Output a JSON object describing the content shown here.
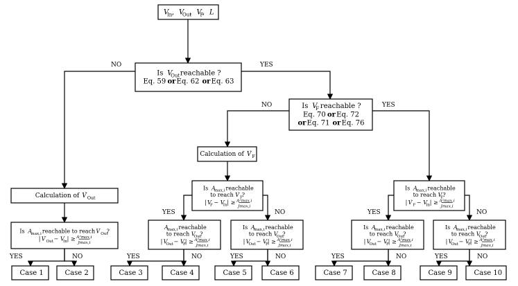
{
  "diagram": {
    "nodes": [
      {
        "id": "inputs",
        "lines": [
          [
            {
              "t": "V",
              "i": 1
            },
            {
              "t": "In",
              "sub": 1
            },
            {
              "t": ", "
            },
            {
              "t": "V",
              "i": 1
            },
            {
              "t": "Out",
              "sub": 1
            },
            {
              "t": ", "
            },
            {
              "t": "V",
              "i": 1
            },
            {
              "t": "F",
              "sub": 1
            },
            {
              "t": ", "
            },
            {
              "t": "L",
              "i": 1
            }
          ]
        ]
      },
      {
        "id": "q-vout-reachable",
        "lines": [
          [
            {
              "t": "Is "
            },
            {
              "t": "V",
              "i": 1
            },
            {
              "t": "Out",
              "sub": 1
            },
            {
              "t": " reachable ?"
            }
          ],
          [
            {
              "t": "Eq. 59 "
            },
            {
              "t": "or",
              "b": 1
            },
            {
              "t": " Eq. 62 "
            },
            {
              "t": "or",
              "b": 1
            },
            {
              "t": " Eq. 63"
            }
          ]
        ]
      },
      {
        "id": "q-vf-reachable",
        "lines": [
          [
            {
              "t": "Is "
            },
            {
              "t": "V",
              "i": 1
            },
            {
              "t": "F",
              "sub": 1
            },
            {
              "t": " reachable ?"
            }
          ],
          [
            {
              "t": "Eq. 70 "
            },
            {
              "t": "or",
              "b": 1
            },
            {
              "t": " Eq. 72"
            }
          ],
          [
            {
              "t": "or",
              "b": 1
            },
            {
              "t": " Eq. 71 "
            },
            {
              "t": "or",
              "b": 1
            },
            {
              "t": " Eq. 76"
            }
          ]
        ]
      },
      {
        "id": "calc-vf",
        "lines": [
          [
            {
              "t": "Calculation of "
            },
            {
              "t": "V",
              "i": 1
            },
            {
              "t": "′",
              "sup": 1
            },
            {
              "t": "F",
              "sub": 1
            }
          ]
        ]
      },
      {
        "id": "calc-vout",
        "lines": [
          [
            {
              "t": "Calculation of "
            },
            {
              "t": "V",
              "i": 1
            },
            {
              "t": "′",
              "sup": 1
            },
            {
              "t": "Out",
              "sub": 1
            }
          ]
        ]
      },
      {
        "id": "q-amax-mid",
        "lines": [
          [
            {
              "t": "Is "
            },
            {
              "t": "A",
              "i": 1
            },
            {
              "t": "max,i",
              "sub": 1
            },
            {
              "t": " reachable"
            }
          ],
          [
            {
              "t": "to reach "
            },
            {
              "t": "V",
              "i": 1
            },
            {
              "t": "′",
              "sup": 1
            },
            {
              "t": "F",
              "sub": 1
            },
            {
              "t": "?"
            }
          ],
          [
            {
              "t": "|"
            },
            {
              "t": "V",
              "i": 1
            },
            {
              "t": "F",
              "sub": 1
            },
            {
              "t": " − "
            },
            {
              "t": "V",
              "i": 1
            },
            {
              "t": "In",
              "sub": 1
            },
            {
              "t": "| ≥ "
            },
            {
              "frac": 1,
              "num": "A²max,i",
              "den": "Jmax,i"
            }
          ]
        ]
      },
      {
        "id": "q-amax-right",
        "lines": [
          [
            {
              "t": "Is "
            },
            {
              "t": "A",
              "i": 1
            },
            {
              "t": "max,i",
              "sub": 1
            },
            {
              "t": " reachable"
            }
          ],
          [
            {
              "t": "to reach "
            },
            {
              "t": "V",
              "i": 1
            },
            {
              "t": "F",
              "sub": 1
            },
            {
              "t": "?"
            }
          ],
          [
            {
              "t": "|"
            },
            {
              "t": "V",
              "i": 1
            },
            {
              "t": "′",
              "sup": 1
            },
            {
              "t": "F",
              "sub": 1
            },
            {
              "t": " − "
            },
            {
              "t": "V",
              "i": 1
            },
            {
              "t": "In",
              "sub": 1
            },
            {
              "t": "| ≥ "
            },
            {
              "frac": 1,
              "num": "A²max,i",
              "den": "Jmax,i"
            }
          ]
        ]
      },
      {
        "id": "q-amax-left",
        "lines": [
          [
            {
              "t": "Is "
            },
            {
              "t": "A",
              "i": 1
            },
            {
              "t": "max,i",
              "sub": 1
            },
            {
              "t": " reachable to reach "
            },
            {
              "t": "V",
              "i": 1
            },
            {
              "t": "′",
              "sup": 1
            },
            {
              "t": "Out",
              "sub": 1
            },
            {
              "t": "?"
            }
          ],
          [
            {
              "t": "|"
            },
            {
              "t": "V",
              "i": 1
            },
            {
              "t": "′",
              "sup": 1
            },
            {
              "t": "Out",
              "sub": 1
            },
            {
              "t": " − "
            },
            {
              "t": "V",
              "i": 1
            },
            {
              "t": "In",
              "sub": 1
            },
            {
              "t": "| ≥ "
            },
            {
              "frac": 1,
              "num": "A²max,i",
              "den": "Jmax,i"
            }
          ]
        ]
      },
      {
        "id": "q-amax-mid-yes",
        "lines": [
          [
            {
              "t": "A",
              "i": 1
            },
            {
              "t": "max,i",
              "sub": 1
            },
            {
              "t": " reachable"
            }
          ],
          [
            {
              "t": "to reach "
            },
            {
              "t": "V",
              "i": 1
            },
            {
              "t": "Out",
              "sub": 1
            },
            {
              "t": "?"
            }
          ],
          [
            {
              "t": "|"
            },
            {
              "t": "V",
              "i": 1
            },
            {
              "t": "Out",
              "sub": 1
            },
            {
              "t": " − "
            },
            {
              "t": "V",
              "i": 1
            },
            {
              "t": "F",
              "sub": 1
            },
            {
              "t": "| ≥ "
            },
            {
              "frac": 1,
              "num": "A²max,i",
              "den": "Jmax,i"
            }
          ]
        ]
      },
      {
        "id": "q-amax-mid-no",
        "lines": [
          [
            {
              "t": "Is "
            },
            {
              "t": "A",
              "i": 1
            },
            {
              "t": "max,i",
              "sub": 1
            },
            {
              "t": " reachable"
            }
          ],
          [
            {
              "t": "to reach "
            },
            {
              "t": "V",
              "i": 1
            },
            {
              "t": "Out",
              "sub": 1
            },
            {
              "t": "?"
            }
          ],
          [
            {
              "t": "|"
            },
            {
              "t": "V",
              "i": 1
            },
            {
              "t": "Out",
              "sub": 1
            },
            {
              "t": " − "
            },
            {
              "t": "V",
              "i": 1
            },
            {
              "t": "F",
              "sub": 1
            },
            {
              "t": "| ≥ "
            },
            {
              "frac": 1,
              "num": "A²max,i",
              "den": "Jmax,i"
            }
          ]
        ]
      },
      {
        "id": "q-amax-right-yes",
        "lines": [
          [
            {
              "t": "Is "
            },
            {
              "t": "A",
              "i": 1
            },
            {
              "t": "max,i",
              "sub": 1
            },
            {
              "t": " reachable"
            }
          ],
          [
            {
              "t": "to reach "
            },
            {
              "t": "V",
              "i": 1
            },
            {
              "t": "Out",
              "sub": 1
            },
            {
              "t": "?"
            }
          ],
          [
            {
              "t": "|"
            },
            {
              "t": "V",
              "i": 1
            },
            {
              "t": "Out",
              "sub": 1
            },
            {
              "t": " − "
            },
            {
              "t": "V",
              "i": 1
            },
            {
              "t": "F",
              "sub": 1
            },
            {
              "t": "| ≥ "
            },
            {
              "frac": 1,
              "num": "A²max,i",
              "den": "Jmax,i"
            }
          ]
        ]
      },
      {
        "id": "q-amax-right-no",
        "lines": [
          [
            {
              "t": "Is "
            },
            {
              "t": "A",
              "i": 1
            },
            {
              "t": "max,i",
              "sub": 1
            },
            {
              "t": " reachable"
            }
          ],
          [
            {
              "t": "to reach "
            },
            {
              "t": "V",
              "i": 1
            },
            {
              "t": "Out",
              "sub": 1
            },
            {
              "t": "?"
            }
          ],
          [
            {
              "t": "|"
            },
            {
              "t": "V",
              "i": 1
            },
            {
              "t": "Out",
              "sub": 1
            },
            {
              "t": " − "
            },
            {
              "t": "V",
              "i": 1
            },
            {
              "t": "F",
              "sub": 1
            },
            {
              "t": "| ≥ "
            },
            {
              "frac": 1,
              "num": "A²max,i",
              "den": "Jmax,i"
            }
          ]
        ]
      },
      {
        "id": "case-1",
        "lines": [
          [
            {
              "t": "Case 1"
            }
          ]
        ]
      },
      {
        "id": "case-2",
        "lines": [
          [
            {
              "t": "Case 2"
            }
          ]
        ]
      },
      {
        "id": "case-3",
        "lines": [
          [
            {
              "t": "Case 3"
            }
          ]
        ]
      },
      {
        "id": "case-4",
        "lines": [
          [
            {
              "t": "Case 4"
            }
          ]
        ]
      },
      {
        "id": "case-5",
        "lines": [
          [
            {
              "t": "Case 5"
            }
          ]
        ]
      },
      {
        "id": "case-6",
        "lines": [
          [
            {
              "t": "Case 6"
            }
          ]
        ]
      },
      {
        "id": "case-7",
        "lines": [
          [
            {
              "t": "Case 7"
            }
          ]
        ]
      },
      {
        "id": "case-8",
        "lines": [
          [
            {
              "t": "Case 8"
            }
          ]
        ]
      },
      {
        "id": "case-9",
        "lines": [
          [
            {
              "t": "Case 9"
            }
          ]
        ]
      },
      {
        "id": "case-10",
        "lines": [
          [
            {
              "t": "Case 10"
            }
          ]
        ]
      }
    ],
    "edges": [
      {
        "from": "inputs",
        "to": "q-vout-reachable",
        "label": ""
      },
      {
        "from": "q-vout-reachable",
        "to": "calc-vout",
        "label": "NO"
      },
      {
        "from": "q-vout-reachable",
        "to": "q-vf-reachable",
        "label": "YES"
      },
      {
        "from": "q-vf-reachable",
        "to": "calc-vf",
        "label": "NO"
      },
      {
        "from": "q-vf-reachable",
        "to": "q-amax-right",
        "label": "YES"
      },
      {
        "from": "calc-vf",
        "to": "q-amax-mid",
        "label": ""
      },
      {
        "from": "calc-vout",
        "to": "q-amax-left",
        "label": ""
      },
      {
        "from": "q-amax-mid",
        "to": "q-amax-mid-yes",
        "label": "YES"
      },
      {
        "from": "q-amax-mid",
        "to": "q-amax-mid-no",
        "label": "NO"
      },
      {
        "from": "q-amax-right",
        "to": "q-amax-right-yes",
        "label": "YES"
      },
      {
        "from": "q-amax-right",
        "to": "q-amax-right-no",
        "label": "NO"
      },
      {
        "from": "q-amax-left",
        "to": "case-1",
        "label": "YES"
      },
      {
        "from": "q-amax-left",
        "to": "case-2",
        "label": "NO"
      },
      {
        "from": "q-amax-mid-yes",
        "to": "case-3",
        "label": "YES"
      },
      {
        "from": "q-amax-mid-yes",
        "to": "case-4",
        "label": "NO"
      },
      {
        "from": "q-amax-mid-no",
        "to": "case-5",
        "label": "YES"
      },
      {
        "from": "q-amax-mid-no",
        "to": "case-6",
        "label": "NO"
      },
      {
        "from": "q-amax-right-yes",
        "to": "case-7",
        "label": "YES"
      },
      {
        "from": "q-amax-right-yes",
        "to": "case-8",
        "label": "NO"
      },
      {
        "from": "q-amax-right-no",
        "to": "case-9",
        "label": "YES"
      },
      {
        "from": "q-amax-right-no",
        "to": "case-10",
        "label": "NO"
      }
    ]
  }
}
